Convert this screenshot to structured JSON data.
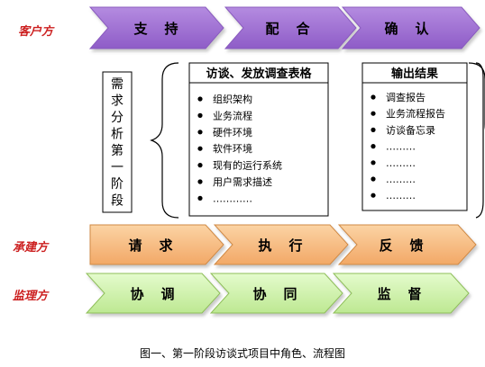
{
  "roles": {
    "client": "客户方",
    "contractor": "承建方",
    "supervisor": "监理方"
  },
  "rows": {
    "client": [
      "支　持",
      "配　合",
      "确　认"
    ],
    "contractor": [
      "请　求",
      "执　行",
      "反　馈"
    ],
    "supervisor": [
      "协　调",
      "协　同",
      "监　督"
    ]
  },
  "phase_label": [
    "需",
    "求",
    "分",
    "析",
    "第",
    "一",
    "阶",
    "段"
  ],
  "survey_box": {
    "title": "访谈、发放调查表格",
    "items": [
      "组织架构",
      "业务流程",
      "硬件环境",
      "软件环境",
      "现有的运行系统",
      "用户需求描述",
      "…………"
    ]
  },
  "output_box": {
    "title": "输出结果",
    "items": [
      "调查报告",
      "业务流程报告",
      "访谈备忘录",
      "………",
      "………",
      "………",
      "………"
    ]
  },
  "caption": "图一、第一阶段访谈式项目中角色、流程图",
  "colors": {
    "client_fill": "#9966cc",
    "contractor_fill": "#f5b97a",
    "supervisor_fill": "#ccf0a8",
    "role_label": "#cc1f1f"
  }
}
